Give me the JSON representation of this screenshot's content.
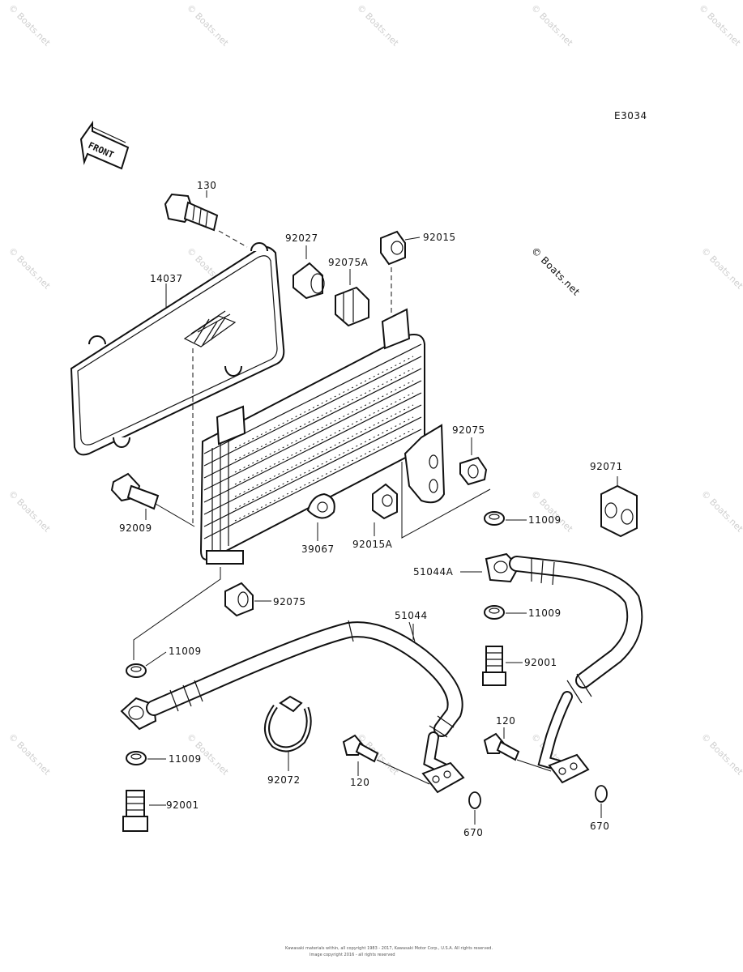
{
  "diagram_code": "E3034",
  "front_label": "FRONT",
  "copyright_mark": "© Boats.net",
  "watermark_text": "© Boats.net",
  "footer_line1": "Kawasaki materials within, all copyright 1983 - 2017, Kawasaki Motor Corp., U.S.A. All rights reserved.",
  "footer_line2": "Image copyright 2016 - all rights reserved",
  "callouts": {
    "p130": "130",
    "p14037": "14037",
    "p92027": "92027",
    "p92015": "92015",
    "p92075A": "92075A",
    "p92075_right": "92075",
    "p92071": "92071",
    "p92009": "92009",
    "p39067": "39067",
    "p92015A": "92015A",
    "p11009_a": "11009",
    "p51044A": "51044A",
    "p92075_lower": "92075",
    "p11009_b": "11009",
    "p51044": "51044",
    "p11009_c": "11009",
    "p92001_right": "92001",
    "p120_right": "120",
    "p120_mid": "120",
    "p92072": "92072",
    "p11009_d": "11009",
    "p92001_left": "92001",
    "p670_mid": "670",
    "p670_right": "670"
  }
}
